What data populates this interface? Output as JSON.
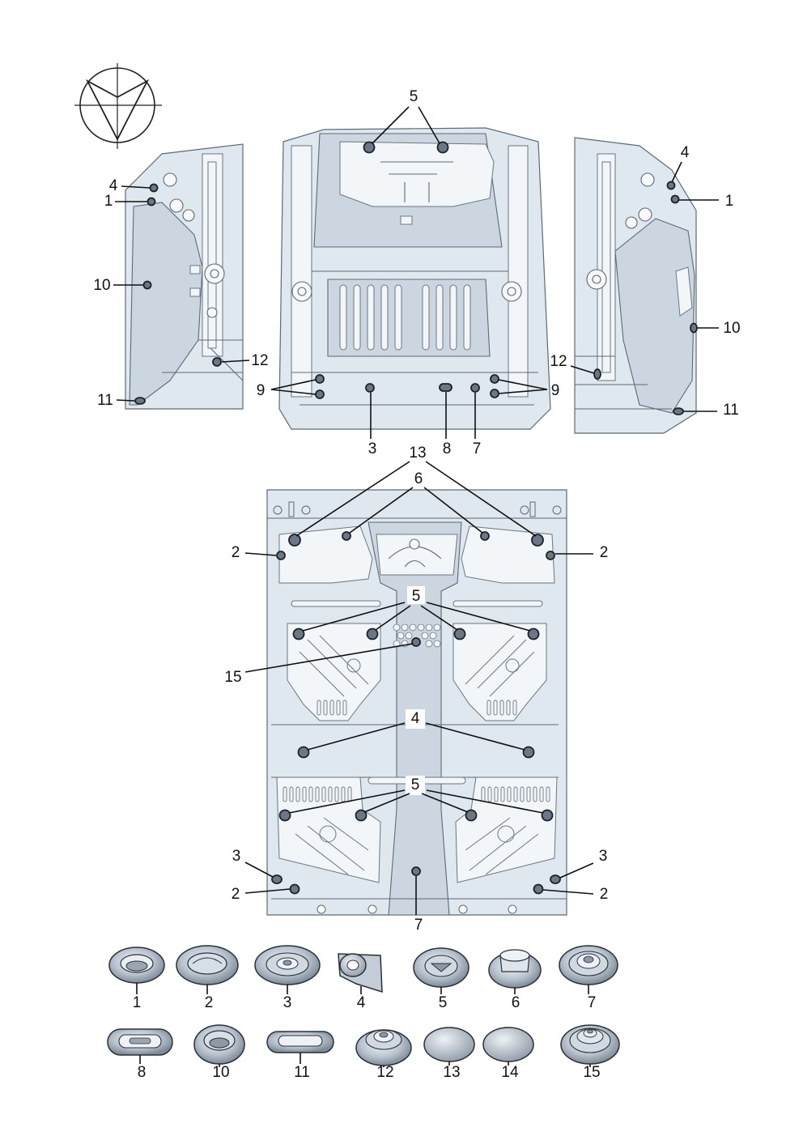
{
  "callouts": {
    "top_center": {
      "c5": "5",
      "c9": "9",
      "c3": "3",
      "c8": "8",
      "c7": "7"
    },
    "top_left": {
      "c4": "4",
      "c1": "1",
      "c10": "10",
      "c12": "12",
      "c11": "11"
    },
    "top_right": {
      "c4": "4",
      "c1": "1",
      "c10": "10",
      "c12": "12",
      "c11": "11"
    },
    "floor": {
      "c13": "13",
      "c6": "6",
      "c2_left": "2",
      "c2_right": "2",
      "c5_upper": "5",
      "c15": "15",
      "c4": "4",
      "c5_lower": "5",
      "c3_left": "3",
      "c3_right": "3",
      "c2_bottom_left": "2",
      "c2_bottom_right": "2",
      "c7": "7"
    }
  },
  "legend": {
    "row1": [
      "1",
      "2",
      "3",
      "4",
      "5",
      "6",
      "7"
    ],
    "row2": [
      "8",
      "10",
      "11",
      "12",
      "13",
      "14",
      "15"
    ]
  },
  "colors": {
    "panel": "#dfe7ef",
    "plug": "#6b7784",
    "outline": "#5d6a77",
    "ink": "#111111"
  }
}
